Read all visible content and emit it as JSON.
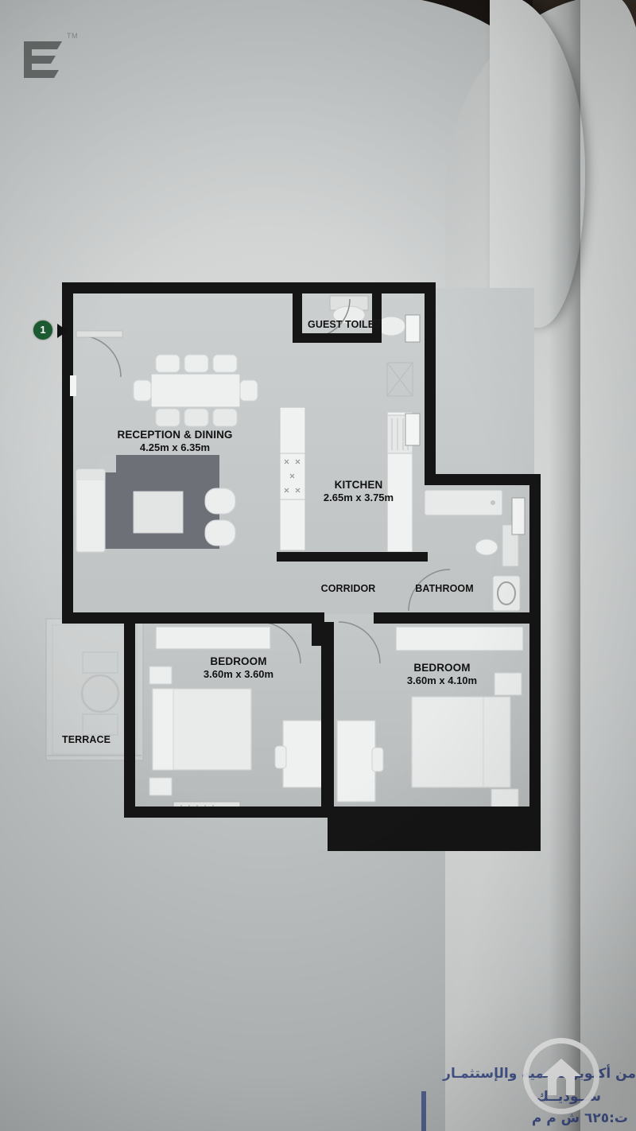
{
  "document": {
    "type": "floor-plan-brochure-photo",
    "logo": {
      "letter": "E",
      "trademark": "TM"
    },
    "unit_marker": {
      "number": "1",
      "color": "#1c5c32"
    }
  },
  "rooms": [
    {
      "key": "reception",
      "name": "RECEPTION & DINING",
      "dimensions": "4.25m x 6.35m"
    },
    {
      "key": "guest_toilet",
      "name": "GUEST TOILET",
      "dimensions": ""
    },
    {
      "key": "kitchen",
      "name": "KITCHEN",
      "dimensions": "2.65m x 3.75m"
    },
    {
      "key": "corridor",
      "name": "CORRIDOR",
      "dimensions": ""
    },
    {
      "key": "bathroom",
      "name": "BATHROOM",
      "dimensions": ""
    },
    {
      "key": "bedroom_left",
      "name": "BEDROOM",
      "dimensions": "3.60m x 3.60m"
    },
    {
      "key": "bedroom_right",
      "name": "BEDROOM",
      "dimensions": "3.60m x 4.10m"
    },
    {
      "key": "terrace",
      "name": "TERRACE",
      "dimensions": ""
    }
  ],
  "stamp": {
    "line1": "من أكتوبر للتنمية والإستثمـار",
    "line2": "ســوديــك",
    "line3": "ت:٦٢٥ ش م م"
  },
  "watermark": {
    "icon": "home-icon",
    "color": "#ffffff"
  },
  "colors": {
    "wall": "#151515",
    "floor_light": "#c9cdcd",
    "floor_mid": "#bcc0c1",
    "rug": "#6e7078",
    "furniture": "#eceeee",
    "paper": "#cdd0d0",
    "marker_green": "#1c5c32",
    "stamp_blue": "#2b3f86"
  }
}
